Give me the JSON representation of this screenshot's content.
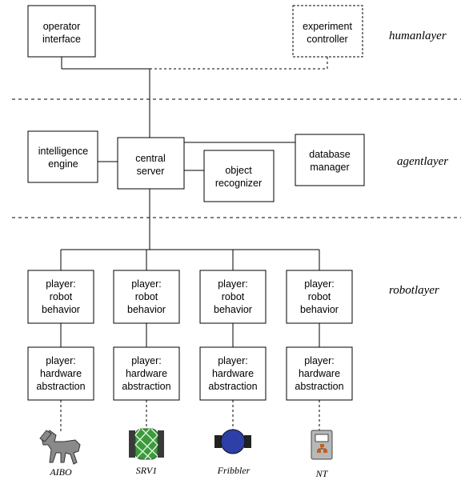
{
  "layers": {
    "human": "humanlayer",
    "agent": "agentlayer",
    "robot": "robotlayer"
  },
  "human_layer": {
    "operator_interface": [
      "operator",
      "interface"
    ],
    "experiment_controller": [
      "experiment",
      "controller"
    ]
  },
  "agent_layer": {
    "intelligence_engine": [
      "intelligence",
      "engine"
    ],
    "central_server": [
      "central",
      "server"
    ],
    "object_recognizer": [
      "object",
      "recognizer"
    ],
    "database_manager": [
      "database",
      "manager"
    ]
  },
  "robot_layer": {
    "behavior": [
      "player:",
      "robot",
      "behavior"
    ],
    "hardware": [
      "player:",
      "hardware",
      "abstraction"
    ],
    "robots": [
      "AIBO",
      "SRV1",
      "Fribbler",
      "NT"
    ]
  },
  "colors": {
    "aibo": "#8a8a8a",
    "srv1_track": "#3a3a3a",
    "srv1_body": "#3c9a3c",
    "fribbler_body": "#2e3fa8",
    "nt_body": "#b8b8b8",
    "nt_accent": "#c06020"
  }
}
